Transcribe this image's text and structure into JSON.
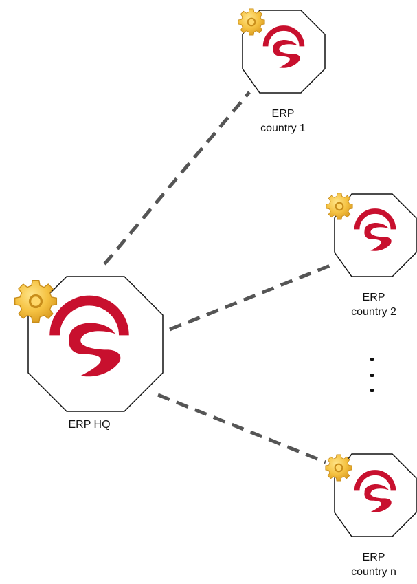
{
  "colors": {
    "logo_red": "#c8102e",
    "connector": "#555555",
    "octagon_stroke": "#111111",
    "gear_fill": "#f5c242",
    "gear_edge": "#c88d1a"
  },
  "icons": {
    "node_logo": "erp-logo-icon",
    "node_badge": "gear-icon"
  },
  "nodes": {
    "hq": {
      "line1": "ERP HQ",
      "line2": ""
    },
    "country1": {
      "line1": "ERP",
      "line2": "country 1"
    },
    "country2": {
      "line1": "ERP",
      "line2": "country 2"
    },
    "countryn": {
      "line1": "ERP",
      "line2": "country n"
    }
  },
  "connections": [
    {
      "from": "hq",
      "to": "country1",
      "style": "dashed"
    },
    {
      "from": "hq",
      "to": "country2",
      "style": "dashed"
    },
    {
      "from": "hq",
      "to": "countryn",
      "style": "dashed"
    }
  ],
  "ellipsis": "vertical-dots"
}
